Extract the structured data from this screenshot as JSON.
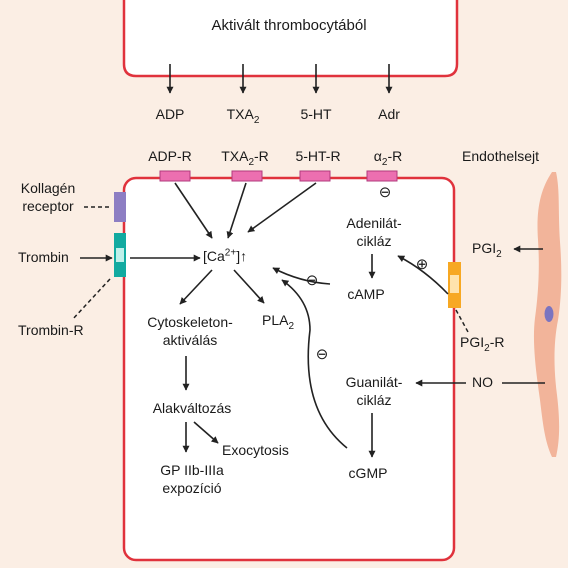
{
  "colors": {
    "background": "#fbeee4",
    "border": "#e0323c",
    "arrow": "#222222",
    "receptor_pink": "#ec6fb0",
    "kollagen_receptor": "#8d7ec3",
    "trombin_receptor": "#12aaa0",
    "pgi2_receptor": "#f7a823",
    "endothelium": "#f2b49a",
    "nucleus": "#7b74c0"
  },
  "icons": {
    "endothelium": "endothelial-cell-shape",
    "nucleus": "cell-nucleus"
  },
  "activated_platelet": {
    "title": "Aktivált thrombocytából"
  },
  "mediators": [
    {
      "text": "ADP",
      "sub": ""
    },
    {
      "text": "TXA",
      "sub": "2"
    },
    {
      "text": "5-HT",
      "sub": ""
    },
    {
      "text": "Adr",
      "sub": ""
    }
  ],
  "receptors": {
    "adp": {
      "text": "ADP-R"
    },
    "txa2": {
      "pre": "TXA",
      "sub": "2",
      "post": "-R"
    },
    "ht": {
      "text": "5-HT-R"
    },
    "alpha2": {
      "pre": "α",
      "sub": "2",
      "post": "-R"
    }
  },
  "left": {
    "kollagen_line1": "Kollagén",
    "kollagen_line2": "receptor",
    "trombin": "Trombin",
    "trombin_r": "Trombin-R"
  },
  "endothelium": {
    "label": "Endothelsejt",
    "pgi2": {
      "pre": "PGI",
      "sub": "2"
    },
    "pgi2_r": {
      "pre": "PGI",
      "sub": "2",
      "post": "-R"
    },
    "no": "NO"
  },
  "cell": {
    "calcium": {
      "open": "[Ca",
      "sup": "2+",
      "close": "]↑"
    },
    "cyto_line1": "Cytoskeleton-",
    "cyto_line2": "aktiválás",
    "pla2": {
      "pre": "PLA",
      "sub": "2"
    },
    "shape_change": "Alakváltozás",
    "exocytosis": "Exocytosis",
    "gp_line1": "GP IIb-IIIa",
    "gp_line2": "expozíció",
    "adenylate_line1": "Adenilát-",
    "adenylate_line2": "cikláz",
    "camp": "cAMP",
    "guanylate_line1": "Guanilát-",
    "guanylate_line2": "cikláz",
    "cgmp": "cGMP"
  },
  "signs": {
    "minus": "⊖",
    "plus": "⊕"
  }
}
